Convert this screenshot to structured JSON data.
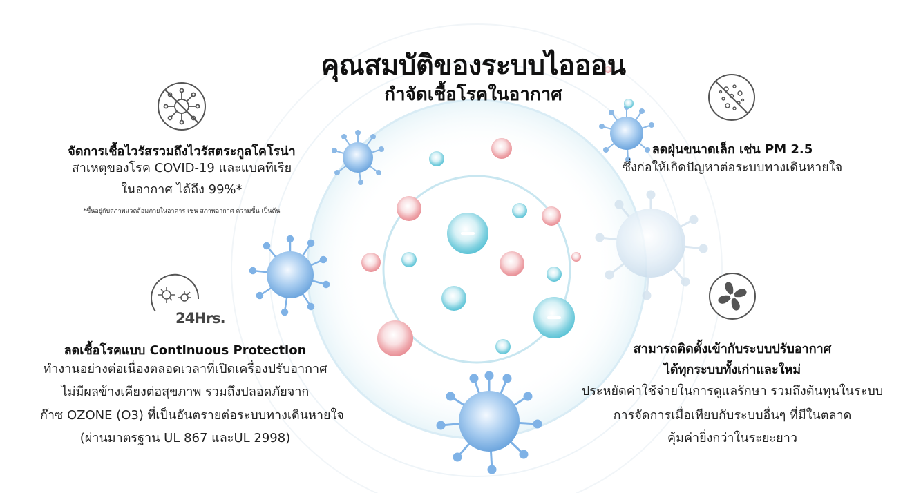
{
  "header": {
    "title": "คุณสมบัติของระบบไอออน",
    "subtitle": "กำจัดเชื้อโรคในอากาศ"
  },
  "feature_virus": {
    "icon": "virus-crossed-icon",
    "heading": "จัดการเชื้อไวรัสรวมถึงไวรัสตระกูลโคโรน่า",
    "line1": "สาเหตุของโรค COVID-19 และแบคทีเรีย",
    "line2": "ในอากาศ ได้ถึง 99%*",
    "footnote": "*ขึ้นอยู่กับสภาพแวดล้อมภายในอาคาร เช่น สภาพอากาศ ความชื้น เป็นต้น"
  },
  "feature_continuous": {
    "icon": "germs-24hrs-icon",
    "icon_label": "24Hrs.",
    "heading": "ลดเชื้อโรคแบบ Continuous Protection",
    "line1": "ทำงานอย่างต่อเนื่องตลอดเวลาที่เปิดเครื่องปรับอากาศ",
    "line2": "ไม่มีผลข้างเคียงต่อสุขภาพ รวมถึงปลอดภัยจาก",
    "line3": "ก๊าซ OZONE (O3)  ที่เป็นอันตรายต่อระบบทางเดินหายใจ",
    "line4": "(ผ่านมาตรฐาน UL 867 และUL 2998)"
  },
  "feature_dust": {
    "icon": "dust-crossed-icon",
    "heading": "ลดฝุ่นขนาดเล็ก เช่น PM 2.5",
    "line1": "ซึ่งก่อให้เกิดปัญหาต่อระบบทางเดินหายใจ"
  },
  "feature_install": {
    "icon": "fan-icon",
    "heading1": "สามารถติดตั้งเข้ากับระบบปรับอากาศ",
    "heading2": "ได้ทุกระบบทั้งเก่าและใหม่",
    "line1": "ประหยัดค่าใช้จ่ายในการดูแลรักษา รวมถึงต้นทุนในระบบ",
    "line2": "การจัดการเมื่อเทียบกับระบบอื่นๆ ที่มีในตลาด",
    "line3": "คุ้มค่ายิ่งกว่าในระยะยาว"
  },
  "colors": {
    "positive_ion": "#e88f96",
    "negative_ion": "#5cc3d6",
    "virus": "#7fb2e6"
  }
}
